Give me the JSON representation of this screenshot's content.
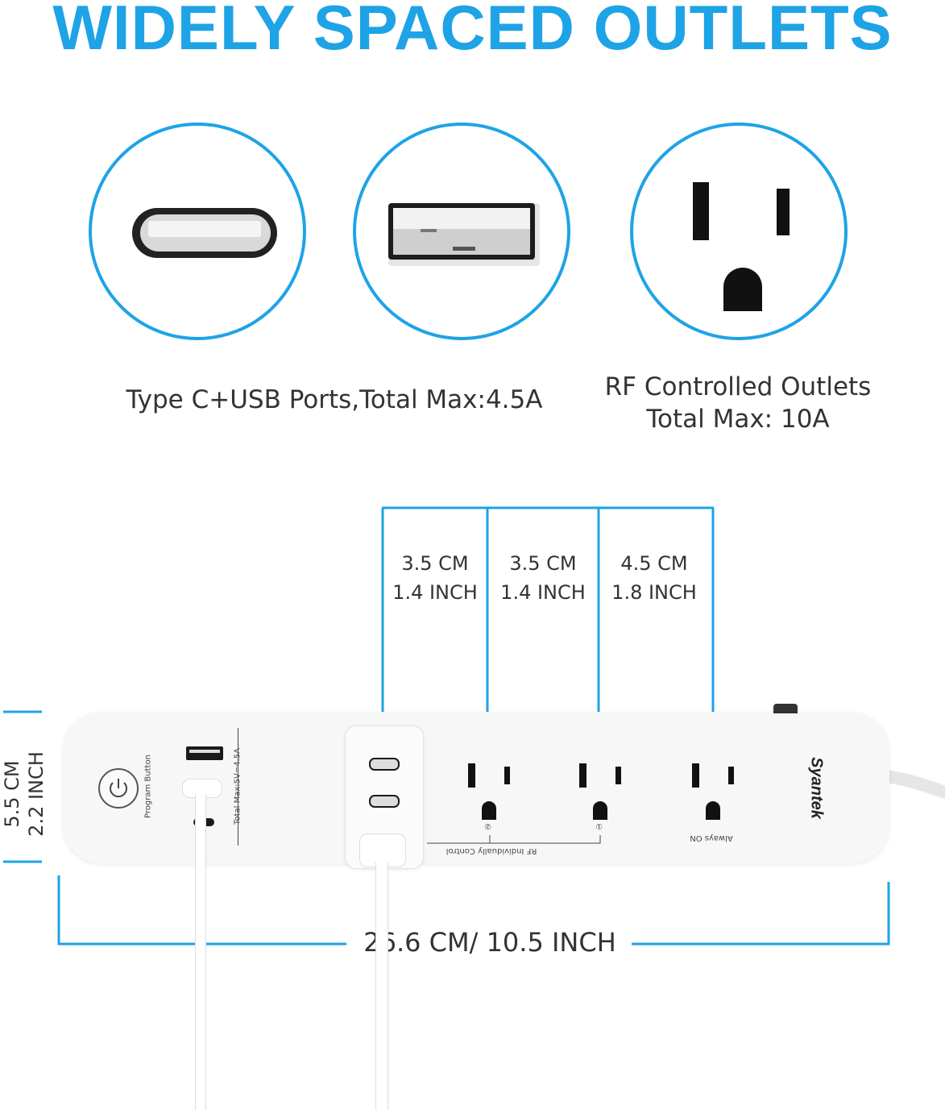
{
  "headline": "WIDELY SPACED OUTLETS",
  "accent_color": "#1ea3e6",
  "captions": {
    "usb": "Type C+USB Ports,Total Max:4.5A",
    "rf_line1": "RF Controlled Outlets",
    "rf_line2": "Total Max: 10A"
  },
  "spacing": [
    {
      "cm": "3.5 CM",
      "inch": "1.4 INCH"
    },
    {
      "cm": "3.5 CM",
      "inch": "1.4 INCH"
    },
    {
      "cm": "4.5 CM",
      "inch": "1.8 INCH"
    }
  ],
  "height": {
    "cm": "5.5 CM",
    "inch": "2.2 INCH"
  },
  "length": "26.6 CM/ 10.5 INCH",
  "strip_labels": {
    "program_button": "Program Button",
    "usb_rating": "Total Max:5V=4.5A",
    "rf_control": "RF Individually Control",
    "always_on": "Always ON",
    "brand": "Syantek",
    "outlet_1": "①",
    "outlet_2": "②"
  }
}
